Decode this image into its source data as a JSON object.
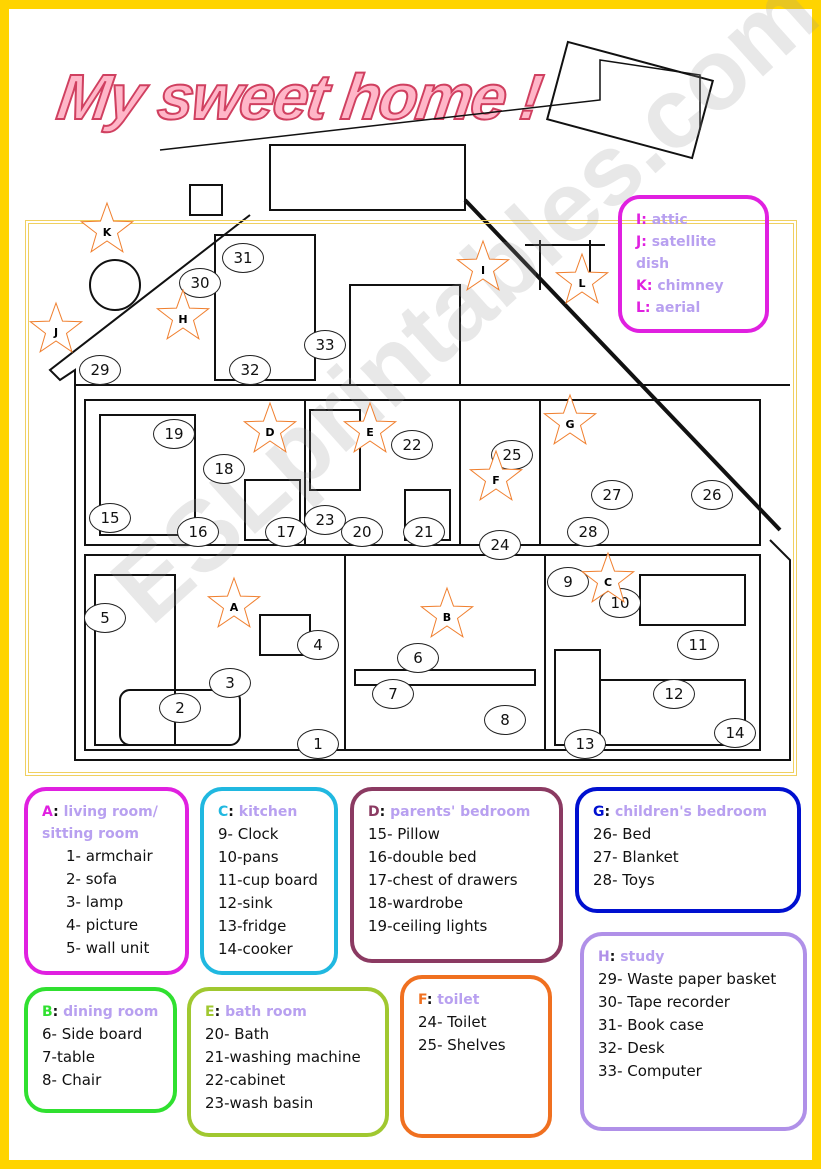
{
  "title": "My sweet home !",
  "watermark": "ESLprintables.com",
  "markers": {
    "n1": "1",
    "n2": "2",
    "n3": "3",
    "n4": "4",
    "n5": "5",
    "n6": "6",
    "n7": "7",
    "n8": "8",
    "n9": "9",
    "n10": "10",
    "n11": "11",
    "n12": "12",
    "n13": "13",
    "n14": "14",
    "n15": "15",
    "n16": "16",
    "n17": "17",
    "n18": "18",
    "n19": "19",
    "n20": "20",
    "n21": "21",
    "n22": "22",
    "n23": "23",
    "n24": "24",
    "n25": "25",
    "n26": "26",
    "n27": "27",
    "n28": "28",
    "n29": "29",
    "n30": "30",
    "n31": "31",
    "n32": "32",
    "n33": "33"
  },
  "stars": {
    "A": "A",
    "B": "B",
    "C": "C",
    "D": "D",
    "E": "E",
    "F": "F",
    "G": "G",
    "H": "H",
    "I": "I",
    "J": "J",
    "K": "K",
    "L": "L"
  },
  "colors": {
    "A": "#e020e0",
    "B": "#30e030",
    "C": "#20b8e0",
    "D": "#8b3a62",
    "E": "#a0c830",
    "F": "#f07020",
    "G": "#0010d0",
    "H": "#b090e8",
    "I": "#e020e0",
    "border": "#ffd400"
  },
  "legend_top": {
    "items": [
      {
        "letter": "I",
        "label": "attic"
      },
      {
        "letter": "J",
        "label": "satellite dish"
      },
      {
        "letter": "K",
        "label": "chimney"
      },
      {
        "letter": "L",
        "label": "aerial"
      }
    ]
  },
  "legend": {
    "A": {
      "letter": "A",
      "label": "living room/ sitting room",
      "items": [
        "1-  armchair",
        "2-  sofa",
        "3-  lamp",
        "4-  picture",
        "5-  wall unit"
      ]
    },
    "C": {
      "letter": "C",
      "label": "kitchen",
      "items": [
        "9- Clock",
        "10-pans",
        "11-cup board",
        "12-sink",
        "13-fridge",
        "14-cooker"
      ]
    },
    "D": {
      "letter": "D",
      "label": "parents' bedroom",
      "items": [
        "15- Pillow",
        "16-double bed",
        "17-chest of drawers",
        "18-wardrobe",
        "19-ceiling lights"
      ]
    },
    "G": {
      "letter": "G",
      "label": "children's bedroom",
      "items": [
        "26- Bed",
        "27- Blanket",
        "28- Toys"
      ]
    },
    "B": {
      "letter": "B",
      "label": "dining room",
      "items": [
        "6- Side board",
        "7-table",
        "8- Chair"
      ]
    },
    "E": {
      "letter": "E",
      "label": "bath room",
      "items": [
        "20- Bath",
        "21-washing machine",
        "22-cabinet",
        "23-wash basin"
      ]
    },
    "F": {
      "letter": "F",
      "label": "toilet",
      "items": [
        "24- Toilet",
        "25- Shelves"
      ]
    },
    "H": {
      "letter": "H",
      "label": "study",
      "items": [
        "29- Waste paper basket",
        "30- Tape recorder",
        "31- Book case",
        "32- Desk",
        "33- Computer"
      ]
    }
  }
}
